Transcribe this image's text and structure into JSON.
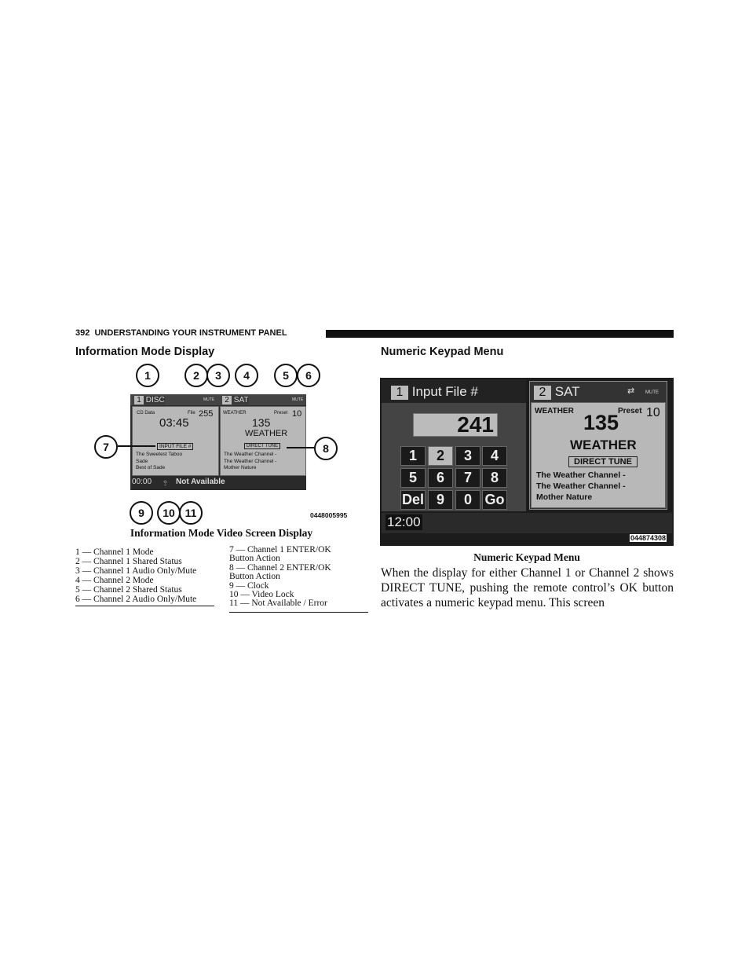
{
  "header": {
    "page_number": "392",
    "section": "UNDERSTANDING YOUR INSTRUMENT PANEL"
  },
  "left": {
    "heading": "Information Mode Display",
    "figure": {
      "callouts": [
        "1",
        "2",
        "3",
        "4",
        "5",
        "6",
        "7",
        "8",
        "9",
        "10",
        "11"
      ],
      "ch1": {
        "num": "1",
        "mode": "DISC",
        "mute": "MUTE",
        "label1": "CD Data",
        "file_label": "File",
        "file_num": "255",
        "time": "03:45",
        "button": "INPUT FILE #",
        "items": [
          "The Sweetest Taboo",
          "Sade",
          "Best of Sade"
        ]
      },
      "ch2": {
        "num": "2",
        "mode": "SAT",
        "mute": "MUTE",
        "label1": "WEATHER",
        "preset_label": "Preset",
        "preset_num": "10",
        "channel": "135",
        "name": "WEATHER",
        "button": "DIRECT TUNE",
        "items": [
          "The Weather Channel -",
          "The Weather Channel -",
          "Mother Nature"
        ]
      },
      "status": {
        "clock": "00:00",
        "message": "Not Available"
      },
      "code": "0448005995"
    },
    "caption": "Information Mode Video Screen Display",
    "legend_left": [
      "1 — Channel 1 Mode",
      "2 — Channel 1 Shared Status",
      "3 — Channel 1 Audio Only/Mute",
      "4 — Channel 2 Mode",
      "5 — Channel 2 Shared Status",
      "6 — Channel 2 Audio Only/Mute"
    ],
    "legend_right": [
      "7 — Channel 1 ENTER/OK",
      "Button Action",
      "8 — Channel 2 ENTER/OK",
      "Button Action",
      "9 — Clock",
      "10 — Video Lock",
      "11 — Not Available / Error"
    ]
  },
  "right": {
    "heading": "Numeric Keypad Menu",
    "figure": {
      "ch1": {
        "num": "1",
        "title": "Input File #",
        "entry": "241",
        "keys": [
          "1",
          "2",
          "3",
          "4",
          "5",
          "6",
          "7",
          "8",
          "Del",
          "9",
          "0",
          "Go"
        ],
        "selected_key": "2"
      },
      "ch2": {
        "num": "2",
        "mode": "SAT",
        "mute": "MUTE",
        "label1": "WEATHER",
        "preset_label": "Preset",
        "preset_num": "10",
        "channel": "135",
        "name": "WEATHER",
        "button": "DIRECT TUNE",
        "items": [
          "The Weather Channel -",
          "The Weather Channel -",
          "Mother Nature"
        ]
      },
      "clock": "12:00",
      "code": "044874308"
    },
    "caption": "Numeric Keypad Menu",
    "paragraph": "When the display for either Channel 1 or Channel 2 shows DIRECT TUNE, pushing the remote control’s OK button activates a numeric keypad menu. This screen"
  }
}
